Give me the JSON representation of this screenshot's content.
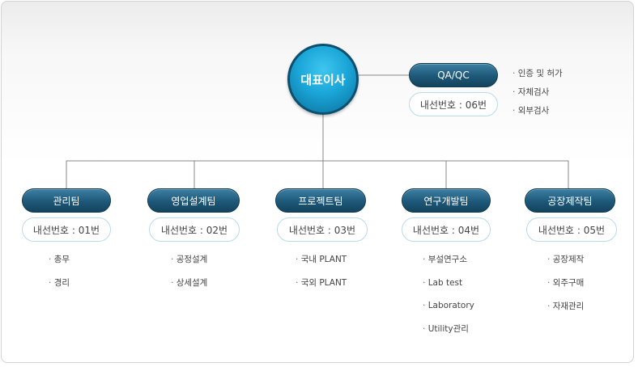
{
  "ceo": {
    "label": "대표이사"
  },
  "qa": {
    "label": "QA/QC",
    "extension": "내선번호 : 06번",
    "items": [
      "인증 및 허가",
      "자체검사",
      "외부검사"
    ]
  },
  "teams": [
    {
      "label": "관리팀",
      "extension": "내선번호 : 01번",
      "items": [
        "총무",
        "경리"
      ]
    },
    {
      "label": "영업설계팀",
      "extension": "내선번호 : 02번",
      "items": [
        "공정설계",
        "상세설계"
      ]
    },
    {
      "label": "프로젝트팀",
      "extension": "내선번호 : 03번",
      "items": [
        "국내 PLANT",
        "국외 PLANT"
      ]
    },
    {
      "label": "연구개발팀",
      "extension": "내선번호 : 04번",
      "items": [
        "부설연구소",
        "Lab test",
        "Laboratory",
        "Utility관리"
      ]
    },
    {
      "label": "공장제작팀",
      "extension": "내선번호 : 05번",
      "items": [
        "공장제작",
        "외주구매",
        "자재관리"
      ]
    }
  ],
  "colors": {
    "pill_dark": "#1d5878",
    "ceo_light": "#3fc6ef",
    "ceo_border": "#0d4f6e",
    "extension_border": "#b8dbe9",
    "connector": "#888888"
  }
}
